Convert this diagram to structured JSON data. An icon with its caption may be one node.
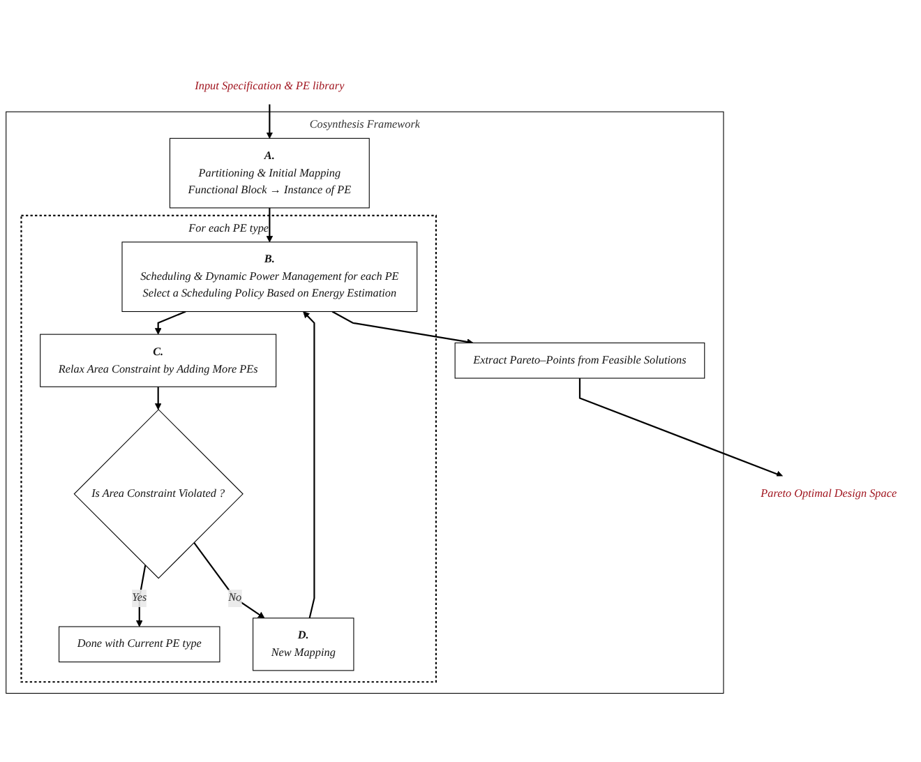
{
  "diagram": {
    "nodes": [
      {
        "text": [
          "Input Specification & PE library"
        ]
      },
      {
        "text": [
          "Pareto Optimal Design Space"
        ]
      },
      {
        "text": [
          "Cosynthesis Framework"
        ]
      },
      {
        "text": [
          "A.",
          "Partitioning & Initial Mapping",
          "Functional Block → Instance of PE"
        ],
        "in": 2
      },
      {
        "text": [
          "Extract Pareto–Points from Feasible Solutions"
        ],
        "in": 2
      },
      {
        "text": [
          "For each PE type"
        ],
        "in": 2
      },
      {
        "text": [
          "B.",
          "Scheduling & Dynamic Power Management for each PE",
          "Select a Scheduling Policy Based on Energy Estimation"
        ],
        "in": 5
      },
      {
        "text": [
          "C.",
          "Relax Area Constraint by Adding More PEs"
        ],
        "in": 5
      },
      {
        "text": [
          "Is Area Constraint Violated ?"
        ],
        "in": 5
      },
      {
        "text": [
          "Done with Current PE type"
        ],
        "in": 5
      },
      {
        "text": [
          "D.",
          "New Mapping"
        ],
        "in": 5
      }
    ],
    "edges": [
      {
        "from": 0,
        "to": 3,
        "arrow": "to"
      },
      {
        "from": 3,
        "to": 6,
        "arrow": "to"
      },
      {
        "from": 6,
        "to": 4,
        "arrow": "to"
      },
      {
        "from": 4,
        "to": 1,
        "arrow": "to"
      },
      {
        "from": 6,
        "to": 7,
        "arrow": "to"
      },
      {
        "from": 7,
        "to": 8,
        "arrow": "to"
      },
      {
        "from": 8,
        "to": 9,
        "label": "Yes",
        "arrow": "to"
      },
      {
        "from": 8,
        "to": 10,
        "label": "No",
        "arrow": "to"
      },
      {
        "from": 10,
        "to": 6,
        "arrow": "to"
      }
    ]
  }
}
